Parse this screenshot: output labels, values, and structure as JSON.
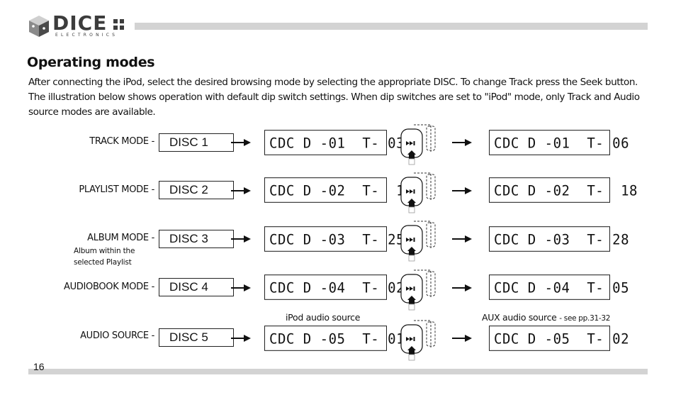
{
  "brand": {
    "name": "DICE",
    "subtitle": "ELECTRONICS"
  },
  "heading": "Operating modes",
  "intro": "After connecting the iPod, select the desired browsing mode by selecting the appropriate DISC. To change Track press the Seek button. The illustration below shows operation with default dip switch settings. When dip switches are set to \"iPod\" mode, only Track and Audio source modes are available.",
  "modes": [
    {
      "label": "TRACK MODE -",
      "note": "",
      "disc": "DISC 1",
      "before": "CDC D -01  T- 03",
      "after": "CDC D -01  T- 06"
    },
    {
      "label": "PLAYLIST MODE -",
      "note": "",
      "disc": "DISC 2",
      "before": "CDC D -02  T-  15",
      "after": "CDC D -02  T-  18"
    },
    {
      "label": "ALBUM MODE -",
      "note": "Album within the\nselected Playlist",
      "disc": "DISC 3",
      "before": "CDC D -03  T- 25",
      "after": "CDC D -03  T- 28"
    },
    {
      "label": "AUDIOBOOK MODE -",
      "note": "",
      "disc": "DISC 4",
      "before": "CDC D -04  T- 02",
      "after": "CDC D -04  T- 05"
    },
    {
      "label": "AUDIO SOURCE -",
      "note": "",
      "disc": "DISC 5",
      "before": "CDC D -05  T- 01",
      "after": "CDC D -05  T- 02"
    }
  ],
  "source_labels": {
    "ipod": "iPod audio source",
    "aux": "AUX audio source",
    "aux_ref": "- see pp.31-32"
  },
  "seek_icon": "seek-forward-icon",
  "page_number": "16"
}
